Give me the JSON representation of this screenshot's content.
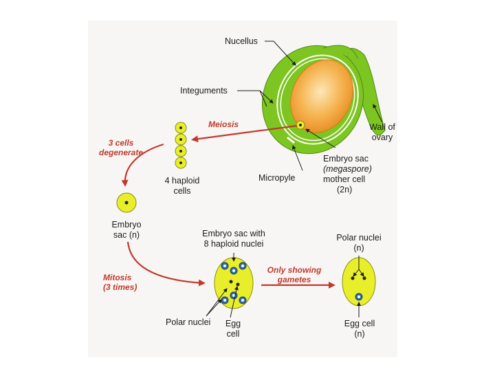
{
  "labels": {
    "nucellus": "Nucellus",
    "integuments": "Integuments",
    "wall_of_ovary_1": "Wall of",
    "wall_of_ovary_2": "ovary",
    "embryo_sac_mother_1": "Embryo sac",
    "embryo_sac_mother_2": "(megaspore)",
    "embryo_sac_mother_3": "mother cell",
    "embryo_sac_mother_4": "(2n)",
    "micropyle": "Micropyle",
    "haploid_cells_1": "4 haploid",
    "haploid_cells_2": "cells",
    "embryo_sac_n_1": "Embryo",
    "embryo_sac_n_2": "sac (n)",
    "eight_nuclei_1": "Embryo sac with",
    "eight_nuclei_2": "8 haploid nuclei",
    "polar_nuclei_n_1": "Polar nuclei",
    "polar_nuclei_n_2": "(n)",
    "polar_nuclei": "Polar nuclei",
    "egg_1": "Egg",
    "egg_2": "cell",
    "egg_cell_n_1": "Egg cell",
    "egg_cell_n_2": "(n)"
  },
  "process_labels": {
    "meiosis": "Meiosis",
    "degenerate_1": "3 cells",
    "degenerate_2": "degenerate",
    "mitosis_1": "Mitosis",
    "mitosis_2": "(3 times)",
    "only_showing_1": "Only showing",
    "only_showing_2": "gametes"
  },
  "colors": {
    "ovary_green": "#7dc520",
    "nucellus_orange": "#f2a23a",
    "cell_yellow": "#e8ef2a",
    "nucleus_blue": "#2f6db3",
    "arrow_red": "#c0392b"
  }
}
